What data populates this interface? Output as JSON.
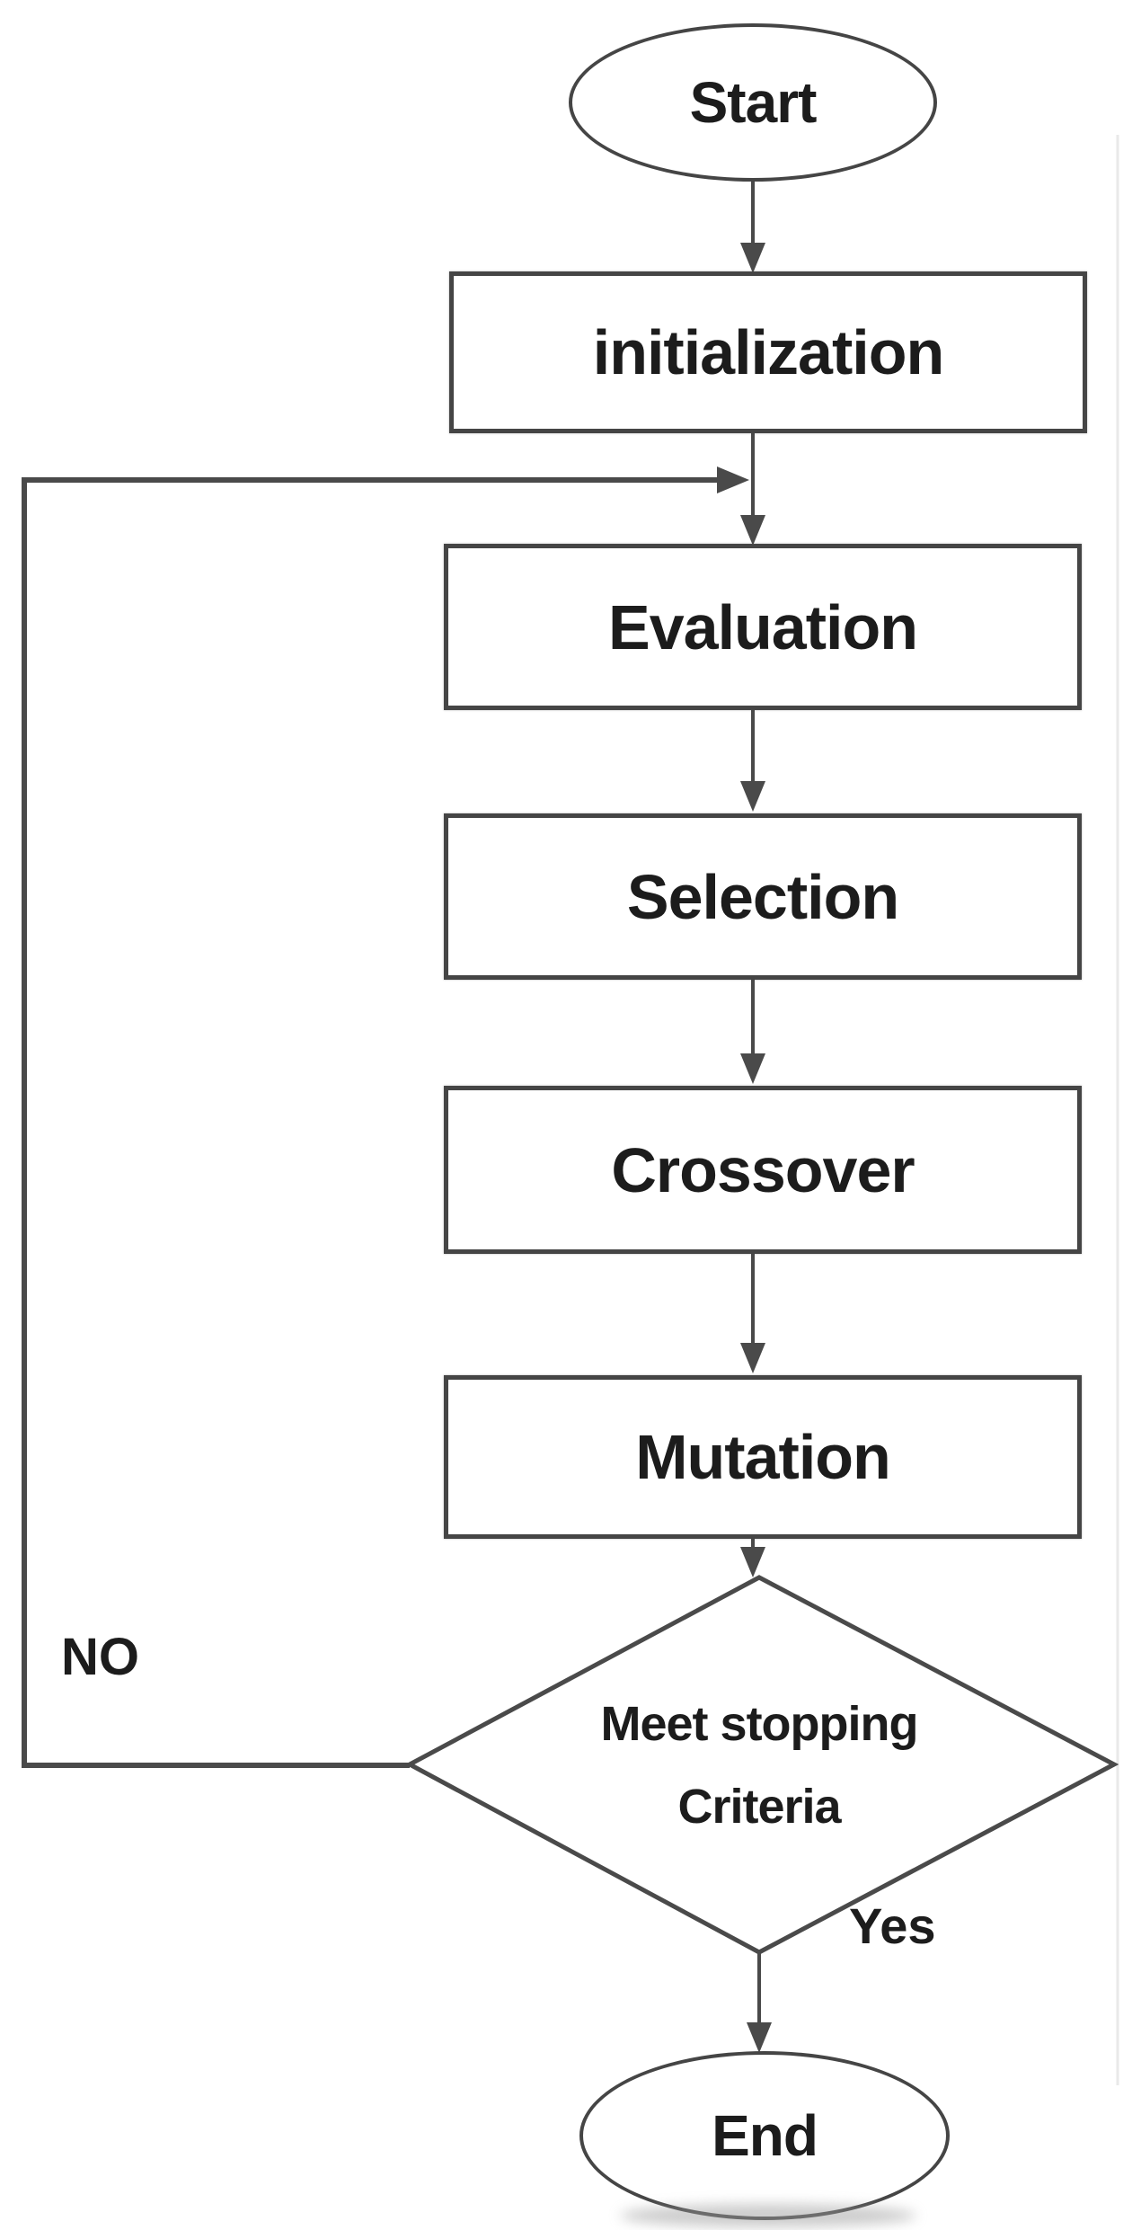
{
  "nodes": {
    "start": {
      "label": "Start",
      "shape": "ellipse"
    },
    "initialization": {
      "label": "initialization",
      "shape": "rectangle"
    },
    "evaluation": {
      "label": "Evaluation",
      "shape": "rectangle"
    },
    "selection": {
      "label": "Selection",
      "shape": "rectangle"
    },
    "crossover": {
      "label": "Crossover",
      "shape": "rectangle"
    },
    "mutation": {
      "label": "Mutation",
      "shape": "rectangle"
    },
    "decision": {
      "line1": "Meet stopping",
      "line2": "Criteria",
      "shape": "diamond"
    },
    "end": {
      "label": "End",
      "shape": "ellipse"
    }
  },
  "edges": [
    {
      "from": "start",
      "to": "initialization",
      "label": ""
    },
    {
      "from": "initialization",
      "to": "evaluation",
      "label": ""
    },
    {
      "from": "evaluation",
      "to": "selection",
      "label": ""
    },
    {
      "from": "selection",
      "to": "crossover",
      "label": ""
    },
    {
      "from": "crossover",
      "to": "mutation",
      "label": ""
    },
    {
      "from": "mutation",
      "to": "decision",
      "label": ""
    },
    {
      "from": "decision",
      "to": "evaluation",
      "label": "NO"
    },
    {
      "from": "decision",
      "to": "end",
      "label": "Yes"
    }
  ],
  "colors": {
    "line": "#4a4a4a",
    "box-border": "#454545",
    "text": "#1c1c1c",
    "background": "#ffffff",
    "artifact": "#e9e9e9"
  }
}
